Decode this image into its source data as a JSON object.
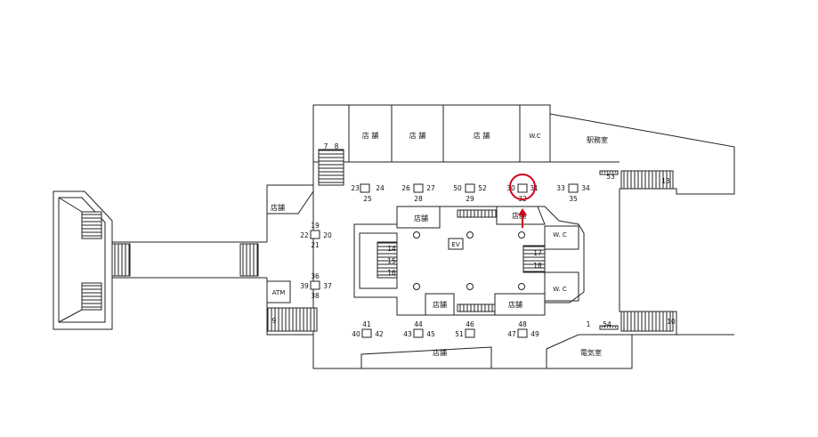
{
  "rooms": {
    "shop_top_1": "店  舗",
    "shop_top_2": "店  舗",
    "shop_top_3": "店  舗",
    "wc_top": "W.C",
    "station_office": "駅務室",
    "shop_left": "店舗",
    "atm": "ATM",
    "shop_center_tl": "店舗",
    "shop_center_tr": "店舗",
    "ev": "EV",
    "wc_right_1": "W. C",
    "wc_right_2": "W. C",
    "shop_center_bl": "店舗",
    "shop_center_br": "店舗",
    "shop_bottom": "店舗",
    "electric_room": "電気室"
  },
  "exits": {
    "e1": "1",
    "e7": "7",
    "e8": "8",
    "e9": "9",
    "e10": "10",
    "e13": "13",
    "e14": "14",
    "e15": "15",
    "e16": "16",
    "e17": "17",
    "e18": "18",
    "e19": "19",
    "e20": "20",
    "e21": "21",
    "e22": "22",
    "e23": "23",
    "e24": "24",
    "e25": "25",
    "e26": "26",
    "e27": "27",
    "e28": "28",
    "e29": "29",
    "e30": "30",
    "e31": "31",
    "e32": "32",
    "e33": "33",
    "e34": "34",
    "e35": "35",
    "e36": "36",
    "e37": "37",
    "e38": "38",
    "e39": "39",
    "e40": "40",
    "e41": "41",
    "e42": "42",
    "e43": "43",
    "e44": "44",
    "e45": "45",
    "e46": "46",
    "e47": "47",
    "e48": "48",
    "e49": "49",
    "e50": "50",
    "e51": "51",
    "e52": "52",
    "e53": "53",
    "e54": "54"
  },
  "highlight": {
    "target": "32",
    "marker_color": "#d0021b"
  }
}
